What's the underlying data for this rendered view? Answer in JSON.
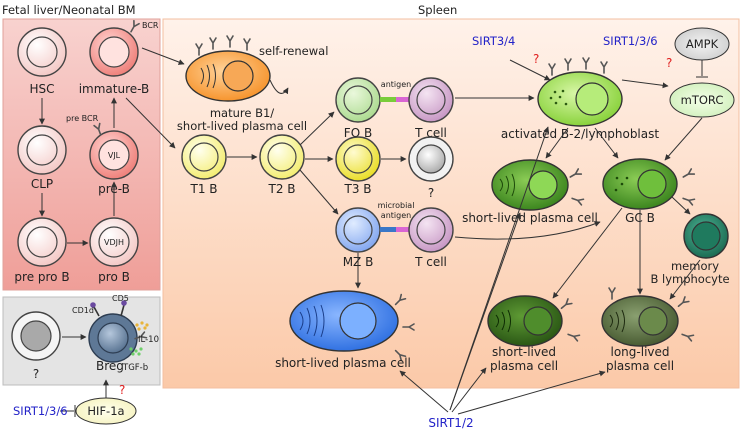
{
  "panels": {
    "fetal_title": "Fetal liver/Neonatal BM",
    "spleen_title": "Spleen"
  },
  "cells": {
    "hsc": "HSC",
    "clp": "CLP",
    "pre_pro_b": "pre pro B",
    "pro_b": "pro B",
    "pre_b": "pre-B",
    "immature_b": "immature-B",
    "mature_b1_line1": "mature B1/",
    "mature_b1_line2": "short-lived plasma cell",
    "t1b": "T1 B",
    "t2b": "T2 B",
    "t3b": "T3 B",
    "unknown_t": "?",
    "fo_b": "FO B",
    "mz_b": "MZ B",
    "t_cell_1": "T cell",
    "t_cell_2": "T cell",
    "activated": "activated B-2/lymphoblast",
    "slpc_upper": "short-lived plasma cell",
    "gc_b": "GC B",
    "memory_line1": "memory",
    "memory_line2": "B lymphocyte",
    "slpc_mz": "short-lived plasma cell",
    "slpc_gc_line1": "short-lived",
    "slpc_gc_line2": "plasma cell",
    "llpc_line1": "long-lived",
    "llpc_line2": "plasma cell",
    "breg": "Breg",
    "breg_precursor": "?",
    "mtorc": "mTORC",
    "ampk": "AMPK",
    "hif": "HIF-1a"
  },
  "nucleus_labels": {
    "vjl": "VJL",
    "vdjh": "VDJH"
  },
  "labels": {
    "bcr": "BCR",
    "pre_bcr": "pre BCR",
    "self_renewal": "self-renewal",
    "antigen": "antigen",
    "microbial": "microbial",
    "antigen2": "antigen",
    "cd1d": "CD1d",
    "cd5": "CD5",
    "il10": "IL-10",
    "tgfb": "TGF-b"
  },
  "regulators": {
    "sirt34": "SIRT3/4",
    "sirt136_top": "SIRT1/3/6",
    "sirt136_breg": "SIRT1/3/6",
    "sirt12": "SIRT1/2",
    "q1": "?",
    "q2": "?",
    "q3": "?"
  },
  "colors": {
    "regulator_text": "#2323c8",
    "question_mark": "#e02020",
    "fetal_panel": "#f5b6b2",
    "spleen_panel": "#fde6d6",
    "breg_panel": "#e4e4e4"
  }
}
